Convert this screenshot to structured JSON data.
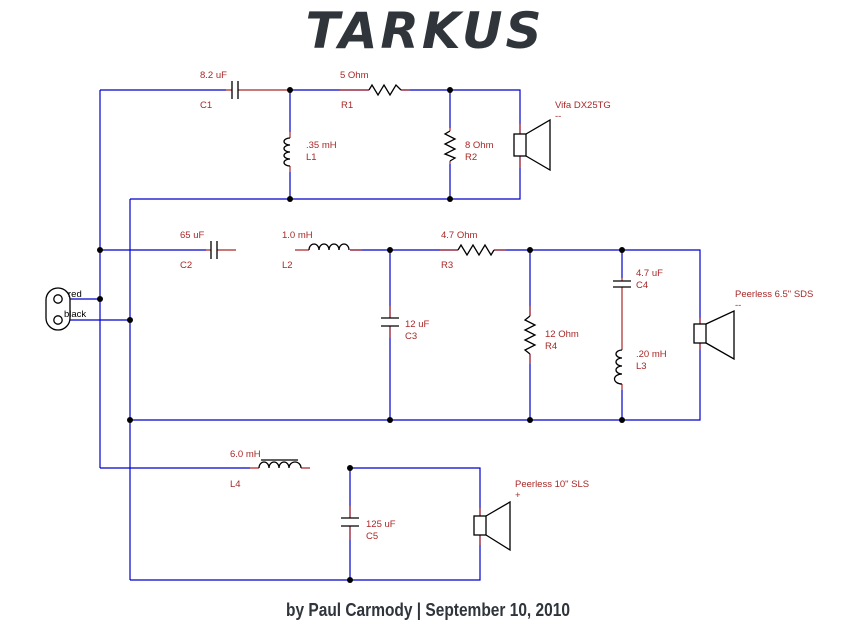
{
  "title": "TARKUS",
  "byline": "by Paul Carmody | September 10, 2010",
  "colors": {
    "wire": "#0000cc",
    "component": "#a82828",
    "part": "#000000",
    "title": "#2f353b"
  },
  "terminal": {
    "red_label": "red",
    "black_label": "black"
  },
  "tweeter": {
    "name": "Vifa DX25TG",
    "polarity": "--"
  },
  "midrange": {
    "name": "Peerless 6.5\" SDS",
    "polarity": "--"
  },
  "woofer": {
    "name": "Peerless 10\" SLS",
    "polarity": "+"
  },
  "components": {
    "C1": {
      "ref": "C1",
      "value": "8.2 uF"
    },
    "R1": {
      "ref": "R1",
      "value": "5 Ohm"
    },
    "L1": {
      "ref": "L1",
      "value": ".35 mH"
    },
    "R2": {
      "ref": "R2",
      "value": "8 Ohm"
    },
    "C2": {
      "ref": "C2",
      "value": "65 uF"
    },
    "L2": {
      "ref": "L2",
      "value": "1.0 mH"
    },
    "R3": {
      "ref": "R3",
      "value": "4.7 Ohm"
    },
    "C3": {
      "ref": "C3",
      "value": "12 uF"
    },
    "R4": {
      "ref": "R4",
      "value": "12 Ohm"
    },
    "C4": {
      "ref": "C4",
      "value": "4.7 uF"
    },
    "L3": {
      "ref": "L3",
      "value": ".20 mH"
    },
    "L4": {
      "ref": "L4",
      "value": "6.0 mH"
    },
    "C5": {
      "ref": "C5",
      "value": "125 uF"
    }
  }
}
